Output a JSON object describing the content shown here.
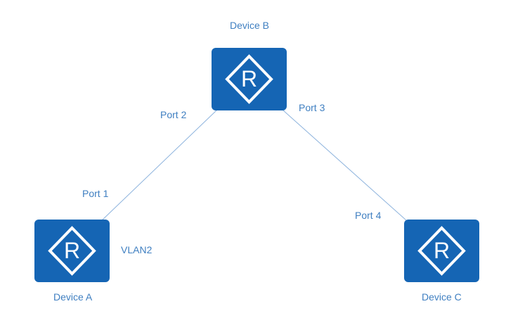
{
  "diagram": {
    "devices": {
      "a": {
        "label": "Device A",
        "icon": "router-icon"
      },
      "b": {
        "label": "Device B",
        "icon": "router-icon"
      },
      "c": {
        "label": "Device C",
        "icon": "router-icon"
      }
    },
    "ports": {
      "p1": "Port 1",
      "p2": "Port 2",
      "p3": "Port 3",
      "p4": "Port 4"
    },
    "vlan_label": "VLAN2",
    "router_glyph": "R",
    "colors": {
      "device_fill": "#1565b4",
      "label_text": "#3f7fc1",
      "link_line": "#8db3dd",
      "background": "#ffffff"
    }
  }
}
